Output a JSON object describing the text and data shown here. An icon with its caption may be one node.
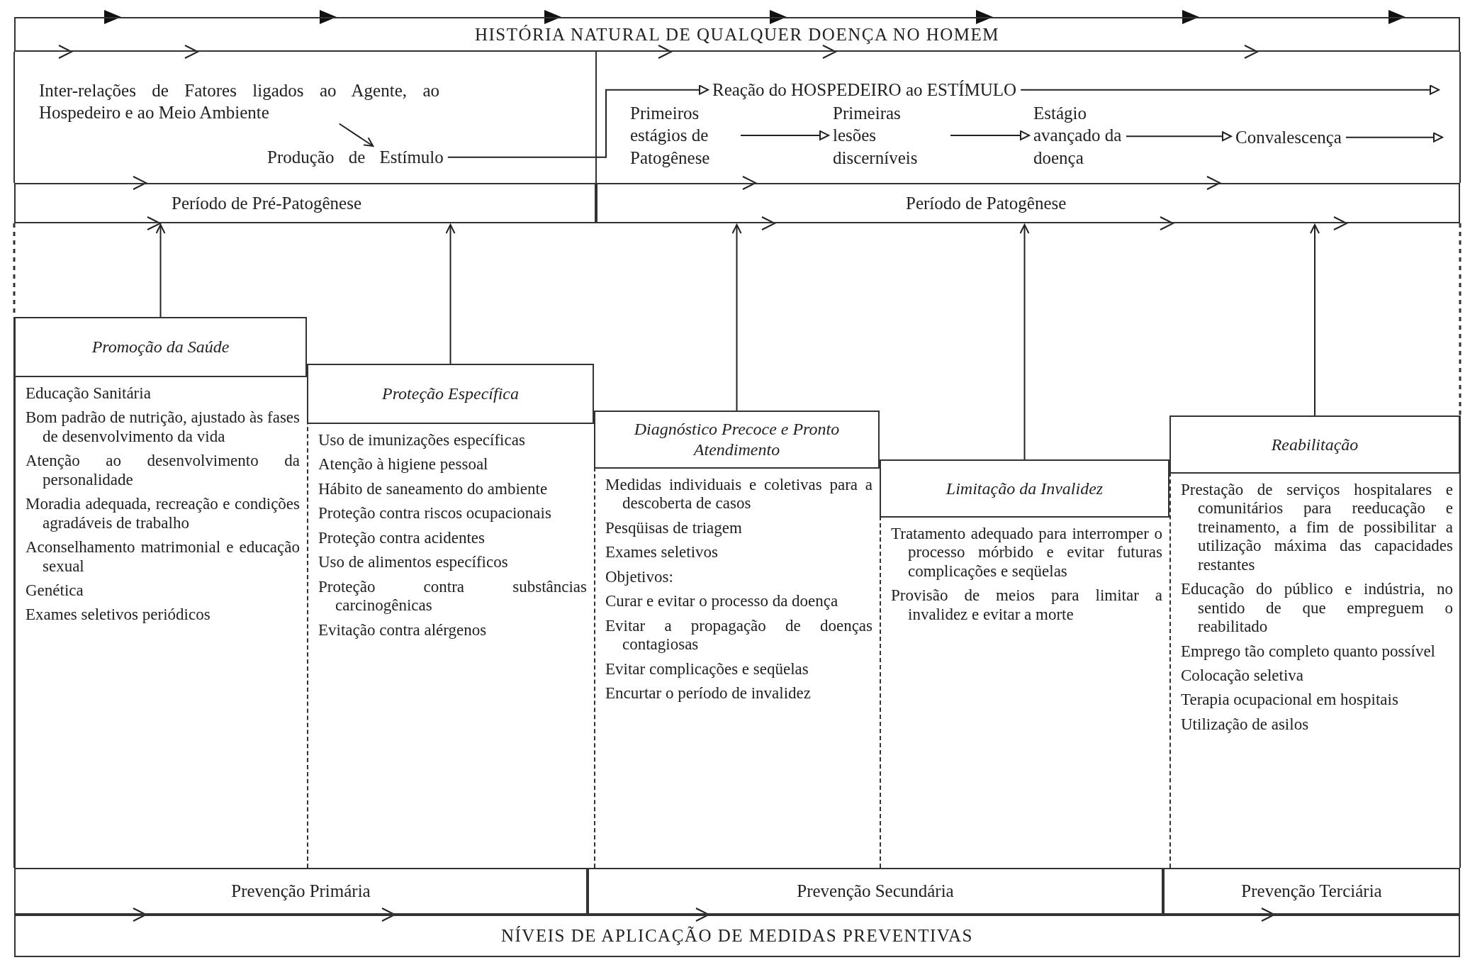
{
  "diagram": {
    "nodes": [
      {
        "text": [
          "HISTÓRIA NATURAL DE QUALQUER DOENÇA NO HOMEM"
        ]
      },
      {
        "text": [
          "Inter-relações de Fatores ligados ao Agente, ao Hospedeiro e ao Meio Ambiente"
        ]
      },
      {
        "text": [
          "Produção de Estímulo"
        ]
      },
      {
        "text": [
          "Reação do HOSPEDEIRO ao ESTÍMULO"
        ]
      },
      {
        "text": [
          "Primeiros estágios de Patogênese"
        ]
      },
      {
        "text": [
          "Primeiras lesões discerníveis"
        ]
      },
      {
        "text": [
          "Estágio avançado da doença"
        ]
      },
      {
        "text": [
          "Convalescença"
        ]
      },
      {
        "text": [
          "Período de Pré-Patogênese"
        ]
      },
      {
        "text": [
          "Período de Patogênese"
        ]
      },
      {
        "text": [
          "Promoção da Saúde",
          "Educação Sanitária",
          "Bom padrão de nutrição, ajustado às fases de desenvolvimento da vida",
          "Atenção ao desenvolvimento da personalidade",
          "Moradia adequada, recreação e condições agradáveis de trabalho",
          "Aconselhamento matrimonial e educação sexual",
          "Genética",
          "Exames seletivos periódicos"
        ]
      },
      {
        "text": [
          "Proteção Específica",
          "Uso de imunizações específicas",
          "Atenção à higiene pessoal",
          "Hábito de saneamento do ambiente",
          "Proteção contra riscos ocupacionais",
          "Proteção contra acidentes",
          "Uso de alimentos específicos",
          "Proteção contra substâncias carcinogênicas",
          "Evitação contra alérgenos"
        ]
      },
      {
        "text": [
          "Diagnóstico Precoce e Pronto Atendimento",
          "Medidas individuais e coletivas para a descoberta de casos",
          "Pesqüisas de triagem",
          "Exames seletivos",
          "Objetivos:",
          "Curar e evitar o processo da doença",
          "Evitar a propagação de doenças contagiosas",
          "Evitar complicações e seqüelas",
          "Encurtar o período de invalidez"
        ]
      },
      {
        "text": [
          "Limitação da Invalidez",
          "Tratamento adequado para interromper o processo mórbido e evitar futuras complicações e seqüelas",
          "Provisão de meios para limitar a invalidez e evitar a morte"
        ]
      },
      {
        "text": [
          "Reabilitação",
          "Prestação de serviços hospitalares e comunitários para reeducação e treinamento, a fim de possibilitar a utilização máxima das capacidades restantes",
          "Educação do público e indústria, no sentido de que empreguem o reabilitado",
          "Emprego tão completo quanto possível",
          "Colocação seletiva",
          "Terapia ocupacional em hospitais",
          "Utilização de asilos"
        ]
      },
      {
        "text": [
          "Prevenção Primária"
        ]
      },
      {
        "text": [
          "Prevenção Secundária"
        ]
      },
      {
        "text": [
          "Prevenção Terciária"
        ]
      },
      {
        "text": [
          "NÍVEIS DE APLICAÇÃO DE MEDIDAS PREVENTIVAS"
        ]
      }
    ],
    "edges": [
      {
        "from": 1,
        "to": 2,
        "arrow": "to"
      },
      {
        "from": 2,
        "to": 3,
        "arrow": "to"
      },
      {
        "from": 3,
        "to": null,
        "arrow": "to"
      },
      {
        "from": 4,
        "to": 5,
        "arrow": "to"
      },
      {
        "from": 5,
        "to": 6,
        "arrow": "to"
      },
      {
        "from": 6,
        "to": 7,
        "arrow": "to"
      },
      {
        "from": 7,
        "to": null,
        "arrow": "to"
      },
      {
        "from": 10,
        "to": 8,
        "arrow": "to"
      },
      {
        "from": 11,
        "to": 8,
        "arrow": "to"
      },
      {
        "from": 12,
        "to": 9,
        "arrow": "to"
      },
      {
        "from": 13,
        "to": 9,
        "arrow": "to"
      },
      {
        "from": 14,
        "to": 9,
        "arrow": "to"
      }
    ]
  }
}
